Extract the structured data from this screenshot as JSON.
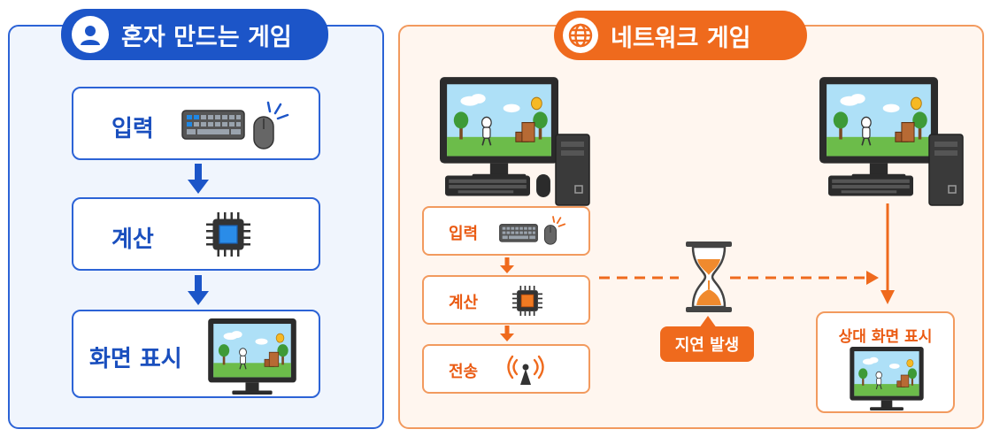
{
  "left_panel": {
    "title": "혼자 만드는 게임",
    "steps": [
      {
        "label": "입력"
      },
      {
        "label": "계산"
      },
      {
        "label": "화면 표시"
      }
    ]
  },
  "right_panel": {
    "title": "네트워크 게임",
    "steps": [
      {
        "label": "입력"
      },
      {
        "label": "계산"
      },
      {
        "label": "전송"
      }
    ],
    "delay_label": "지연 발생",
    "result_label": "상대 화면 표시"
  },
  "colors": {
    "blue_accent": "#1c55c8",
    "orange_accent": "#ef6a1d"
  }
}
